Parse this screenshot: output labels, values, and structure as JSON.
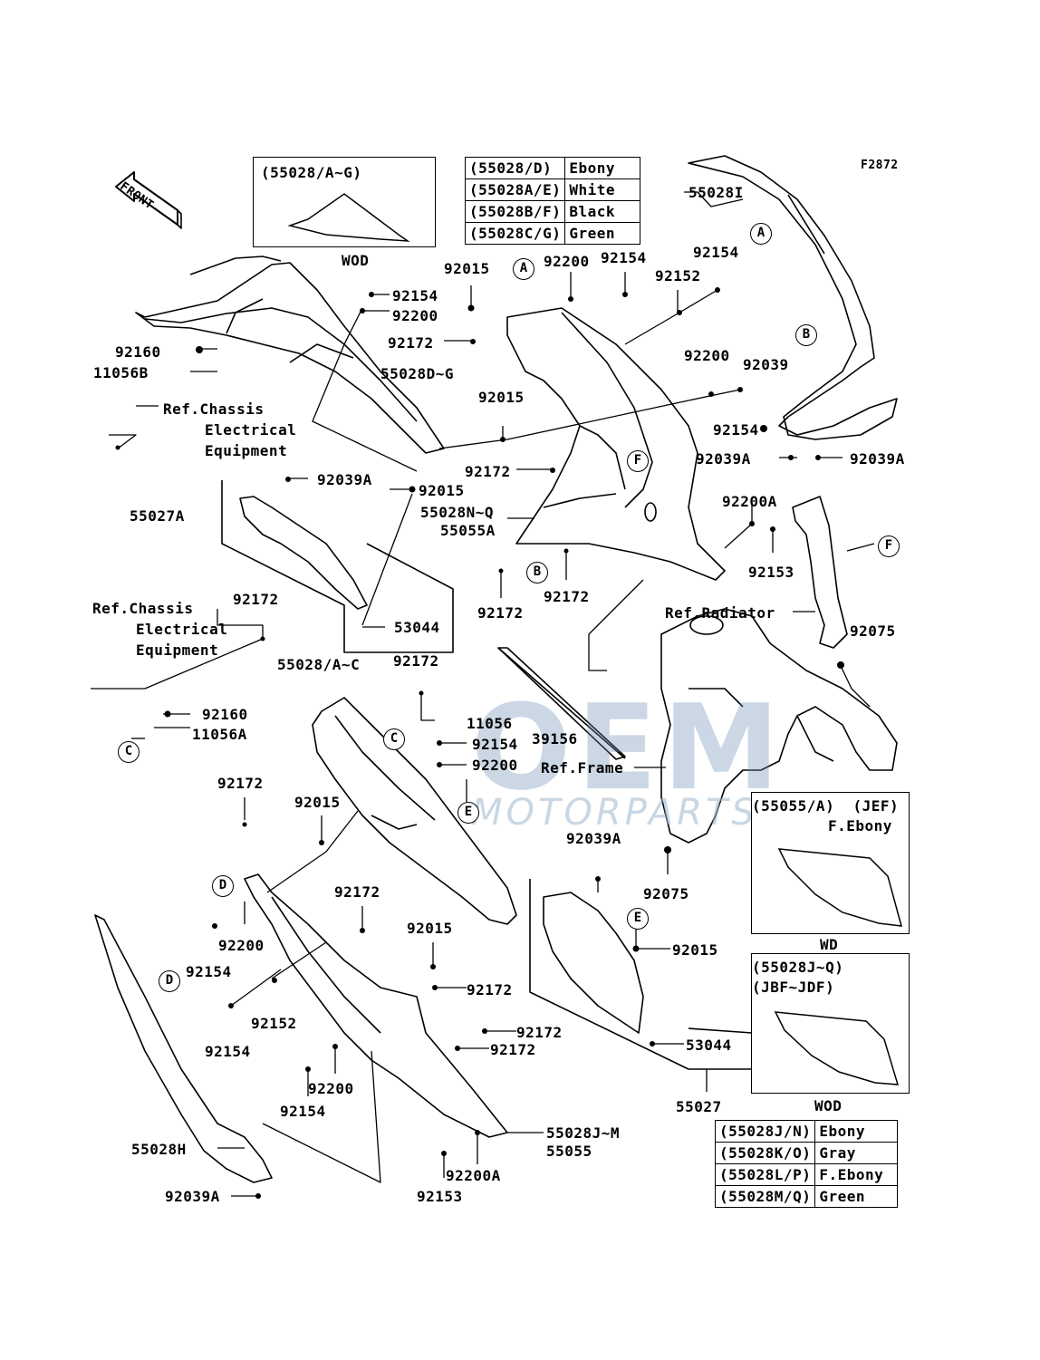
{
  "diagram_code": "F2872",
  "front_label": "FRONT",
  "inset_top": {
    "title": "(55028/A~G)",
    "caption": "WOD"
  },
  "color_table_top": [
    {
      "part": "(55028/D)",
      "color": "Ebony"
    },
    {
      "part": "(55028A/E)",
      "color": "White"
    },
    {
      "part": "(55028B/F)",
      "color": "Black"
    },
    {
      "part": "(55028C/G)",
      "color": "Green"
    }
  ],
  "inset_right_1": {
    "title": "(55055/A)  (JEF)",
    "subtitle": "F.Ebony",
    "caption": "WD"
  },
  "inset_right_2": {
    "title": "(55028J~Q)",
    "subtitle": "(JBF~JDF)",
    "caption": "WOD"
  },
  "color_table_bottom": [
    {
      "part": "(55028J/N)",
      "color": "Ebony"
    },
    {
      "part": "(55028K/O)",
      "color": "Gray"
    },
    {
      "part": "(55028L/P)",
      "color": "F.Ebony"
    },
    {
      "part": "(55028M/Q)",
      "color": "Green"
    }
  ],
  "watermark": {
    "logo": "OEM",
    "text": "MOTORPARTS"
  },
  "part_labels": [
    "55028I",
    "92154",
    "92154",
    "92200",
    "92152",
    "92015",
    "92154",
    "92200",
    "92160",
    "11056B",
    "55028D~G",
    "92172",
    "92015",
    "Ref.Chassis",
    "Electrical",
    "Equipment",
    "92200",
    "92039",
    "92154",
    "92172",
    "92039A",
    "92039A",
    "92039A",
    "92015",
    "55027A",
    "55028N~Q",
    "55055A",
    "92200A",
    "92153",
    "92172",
    "92172",
    "92172",
    "Ref.Radiator",
    "92075",
    "Ref.Chassis",
    "Electrical",
    "Equipment",
    "92172",
    "53044",
    "55028/A~C",
    "92172",
    "92160",
    "11056A",
    "11056",
    "92154",
    "39156",
    "92200",
    "Ref.Frame",
    "92172",
    "92015",
    "92039A",
    "92075",
    "92172",
    "92015",
    "92015",
    "92200",
    "92154",
    "92172",
    "92152",
    "92154",
    "92172",
    "92172",
    "92200",
    "92154",
    "53044",
    "55027",
    "55028H",
    "55028J~M",
    "55055",
    "92200A",
    "92039A",
    "92153"
  ],
  "ref_circles": [
    "A",
    "A",
    "B",
    "B",
    "C",
    "C",
    "D",
    "D",
    "E",
    "E",
    "F",
    "F"
  ]
}
